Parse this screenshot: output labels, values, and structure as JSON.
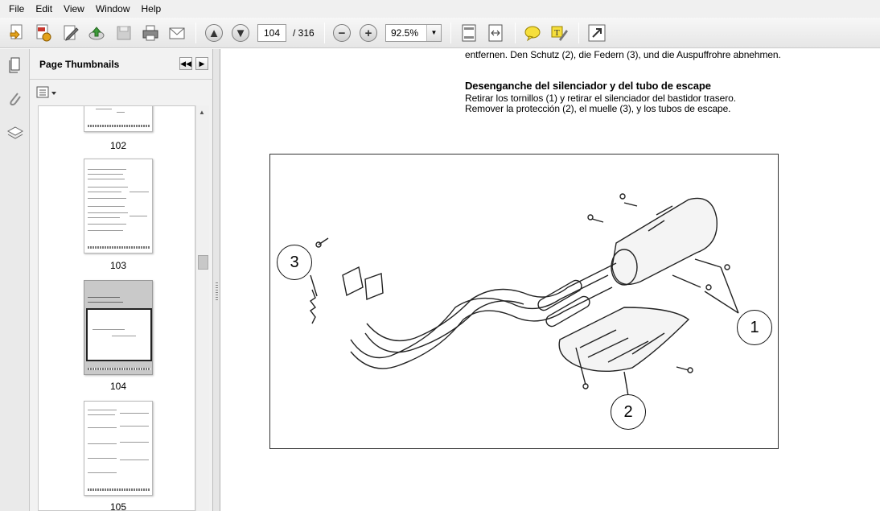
{
  "menu": [
    "File",
    "Edit",
    "View",
    "Window",
    "Help"
  ],
  "toolbar": {
    "page_current": "104",
    "page_total": "/ 316",
    "zoom": "92.5%"
  },
  "sidebar": {
    "title": "Page Thumbnails",
    "thumbnails": [
      {
        "label": "102"
      },
      {
        "label": "103"
      },
      {
        "label": "104",
        "selected": true
      },
      {
        "label": "105"
      }
    ]
  },
  "document": {
    "line_de": "entfernen. Den Schutz (2), die Federn (3), und die Auspuffrohre abnehmen.",
    "heading_es": "Desenganche del silenciador y del tubo de escape",
    "line_es_1": "Retirar los tornillos (1) y retirar el silenciador del bastidor trasero.",
    "line_es_2": "Remover la protección (2), el muelle (3), y los tubos de escape.",
    "callouts": [
      "1",
      "2",
      "3"
    ]
  },
  "icons": {
    "create": "create-pdf-icon",
    "edit": "edit-icon",
    "upload": "upload-icon",
    "save": "save-icon",
    "print": "print-icon",
    "email": "email-icon"
  }
}
